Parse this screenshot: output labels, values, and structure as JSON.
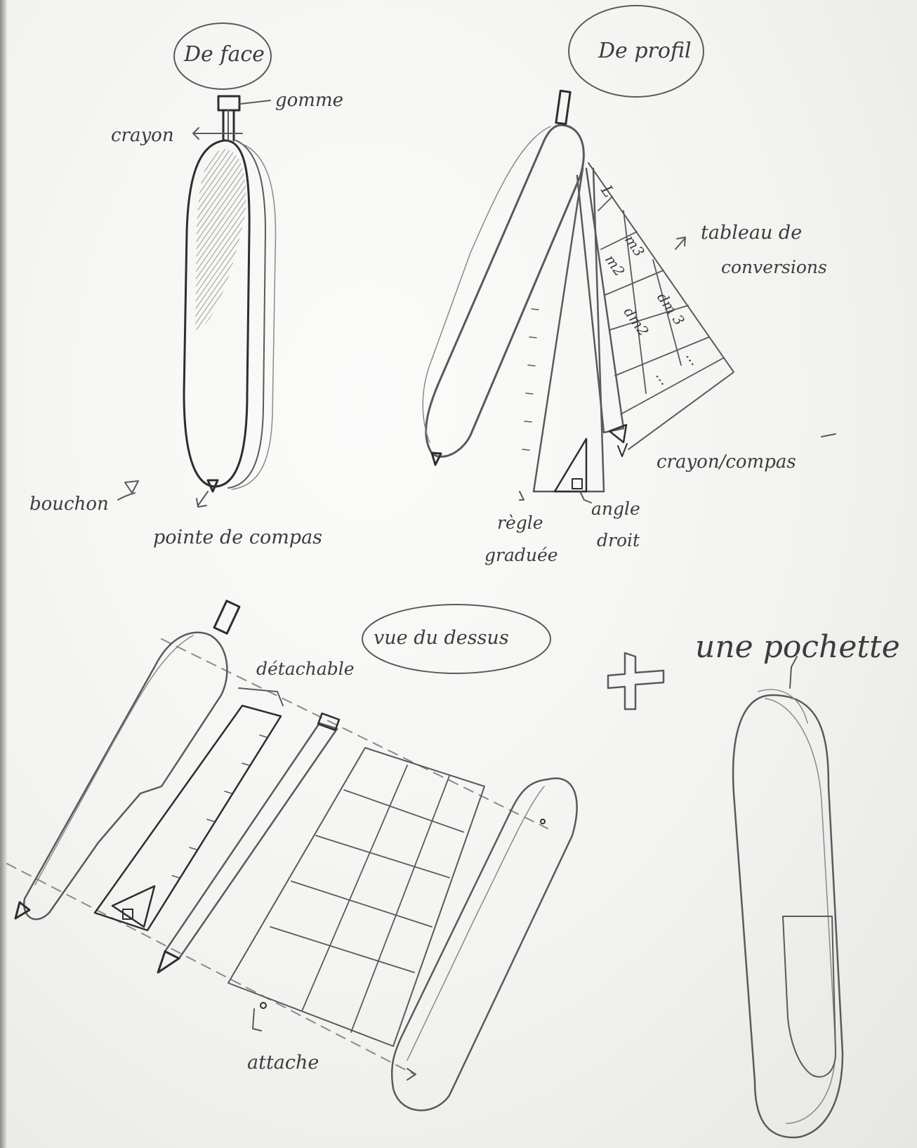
{
  "labels": {
    "de_face": "De face",
    "de_profil": "De profil",
    "gomme": "gomme",
    "crayon": "crayon",
    "bouchon": "bouchon",
    "pointe_de_compas": "pointe de compas",
    "tableau_line1": "tableau de",
    "tableau_line2": "conversions",
    "m3": "m3",
    "m2": "m2",
    "dm3": "dm 3",
    "dm2": "dm2",
    "dots1": "...",
    "dots2": "...",
    "l_mark": "L",
    "crayon_compas": "crayon/compas",
    "regle_line1": "règle",
    "regle_line2": "graduée",
    "angle_line1": "angle",
    "angle_line2": "droit",
    "vue_du_dessus": "vue du dessus",
    "detachable": "détachable",
    "attache": "attache",
    "plus_une_pochette": "une pochette"
  },
  "colors": {
    "paper": "#f6f6f4",
    "pencil": "#5a5a5a",
    "pencil_dark": "#2e2e2e",
    "shading": "#8c8c8c"
  }
}
